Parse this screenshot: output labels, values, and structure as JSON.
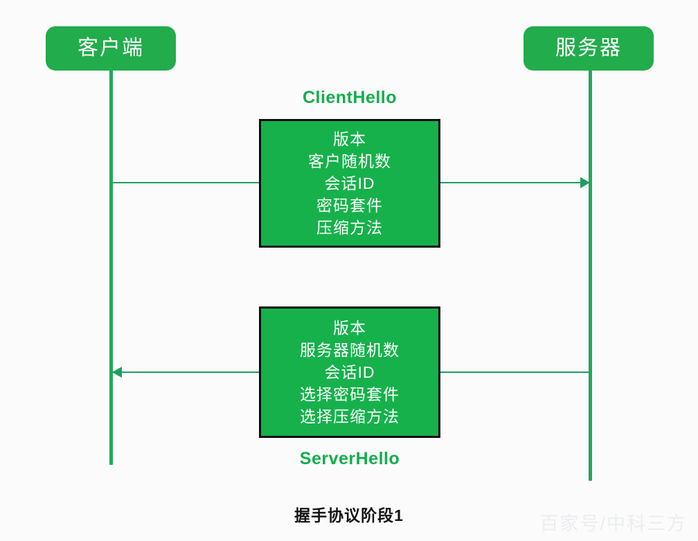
{
  "diagram": {
    "type": "sequence-diagram",
    "title": "握手协议阶段1",
    "watermark": "百家号/中科三方",
    "colors": {
      "actor_fill": "#22ac4b",
      "lifeline": "#22a85a",
      "message_box_fill": "#16b14b",
      "message_box_border": "#0c0c0c",
      "arrow": "#1f9e62",
      "caption_text": "#14ad4d",
      "background": "#fbfbfb"
    },
    "actors": [
      {
        "id": "client",
        "label": "客户端"
      },
      {
        "id": "server",
        "label": "服务器"
      }
    ],
    "messages": [
      {
        "id": "client-hello",
        "caption": "ClientHello",
        "caption_position": "above",
        "direction": "client-to-server",
        "arrow_head": "right",
        "fields": [
          "版本",
          "客户随机数",
          "会话ID",
          "密码套件",
          "压缩方法"
        ]
      },
      {
        "id": "server-hello",
        "caption": "ServerHello",
        "caption_position": "below",
        "direction": "server-to-client",
        "arrow_head": "left",
        "fields": [
          "版本",
          "服务器随机数",
          "会话ID",
          "选择密码套件",
          "选择压缩方法"
        ]
      }
    ]
  }
}
